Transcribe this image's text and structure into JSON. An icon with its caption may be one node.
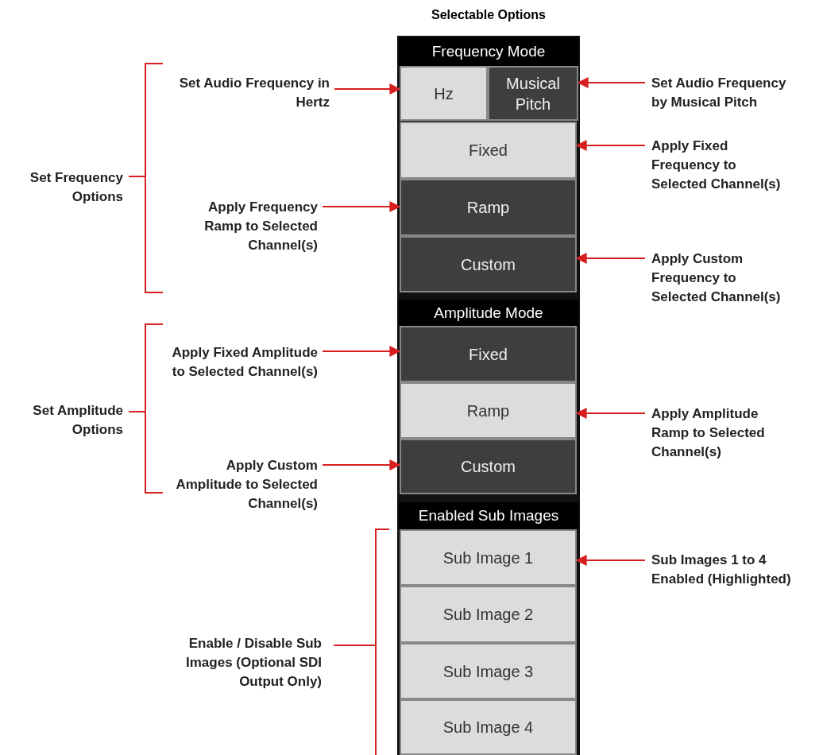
{
  "diagram": {
    "title": "Selectable Options",
    "nodes": [
      {
        "text": [
          "Frequency Mode"
        ]
      },
      {
        "text": [
          "Hz"
        ]
      },
      {
        "text": [
          "Musical Pitch"
        ]
      },
      {
        "text": [
          "Fixed"
        ]
      },
      {
        "text": [
          "Ramp"
        ]
      },
      {
        "text": [
          "Custom"
        ]
      },
      {
        "text": [
          "Amplitude Mode"
        ]
      },
      {
        "text": [
          "Fixed"
        ]
      },
      {
        "text": [
          "Ramp"
        ]
      },
      {
        "text": [
          "Custom"
        ]
      },
      {
        "text": [
          "Enabled Sub Images"
        ]
      },
      {
        "text": [
          "Sub Image 1"
        ]
      },
      {
        "text": [
          "Sub Image 2"
        ]
      },
      {
        "text": [
          "Sub Image 3"
        ]
      },
      {
        "text": [
          "Sub Image 4"
        ]
      },
      {
        "text": [
          "Set Audio Frequency in Hertz"
        ]
      },
      {
        "text": [
          "Set Audio Frequency by Musical Pitch"
        ]
      },
      {
        "text": [
          "Apply Fixed Frequency to Selected Channel(s)"
        ]
      },
      {
        "text": [
          "Apply Frequency Ramp to Selected Channel(s)"
        ]
      },
      {
        "text": [
          "Apply Custom Frequency to Selected Channel(s)"
        ]
      },
      {
        "text": [
          "Apply Fixed Amplitude to Selected Channel(s)"
        ]
      },
      {
        "text": [
          "Apply Amplitude Ramp to Selected Channel(s)"
        ]
      },
      {
        "text": [
          "Apply Custom Amplitude to Selected Channel(s)"
        ]
      },
      {
        "text": [
          "Sub Images 1 to 4 Enabled (Highlighted)"
        ]
      }
    ],
    "edges": [
      {
        "from": 15,
        "to": 1,
        "arrow": "to"
      },
      {
        "from": 16,
        "to": 2,
        "arrow": "to"
      },
      {
        "from": 17,
        "to": 3,
        "arrow": "to"
      },
      {
        "from": 18,
        "to": 4,
        "arrow": "to"
      },
      {
        "from": 19,
        "to": 5,
        "arrow": "to"
      },
      {
        "from": 20,
        "to": 7,
        "arrow": "to"
      },
      {
        "from": 21,
        "to": 8,
        "arrow": "to"
      },
      {
        "from": 22,
        "to": 9,
        "arrow": "to"
      },
      {
        "from": 23,
        "to": 11,
        "arrow": "to"
      }
    ],
    "labels": [
      "Set Frequency Options",
      "Set Amplitude Options",
      "Enable / Disable Sub Images (Optional SDI Output Only)"
    ]
  }
}
